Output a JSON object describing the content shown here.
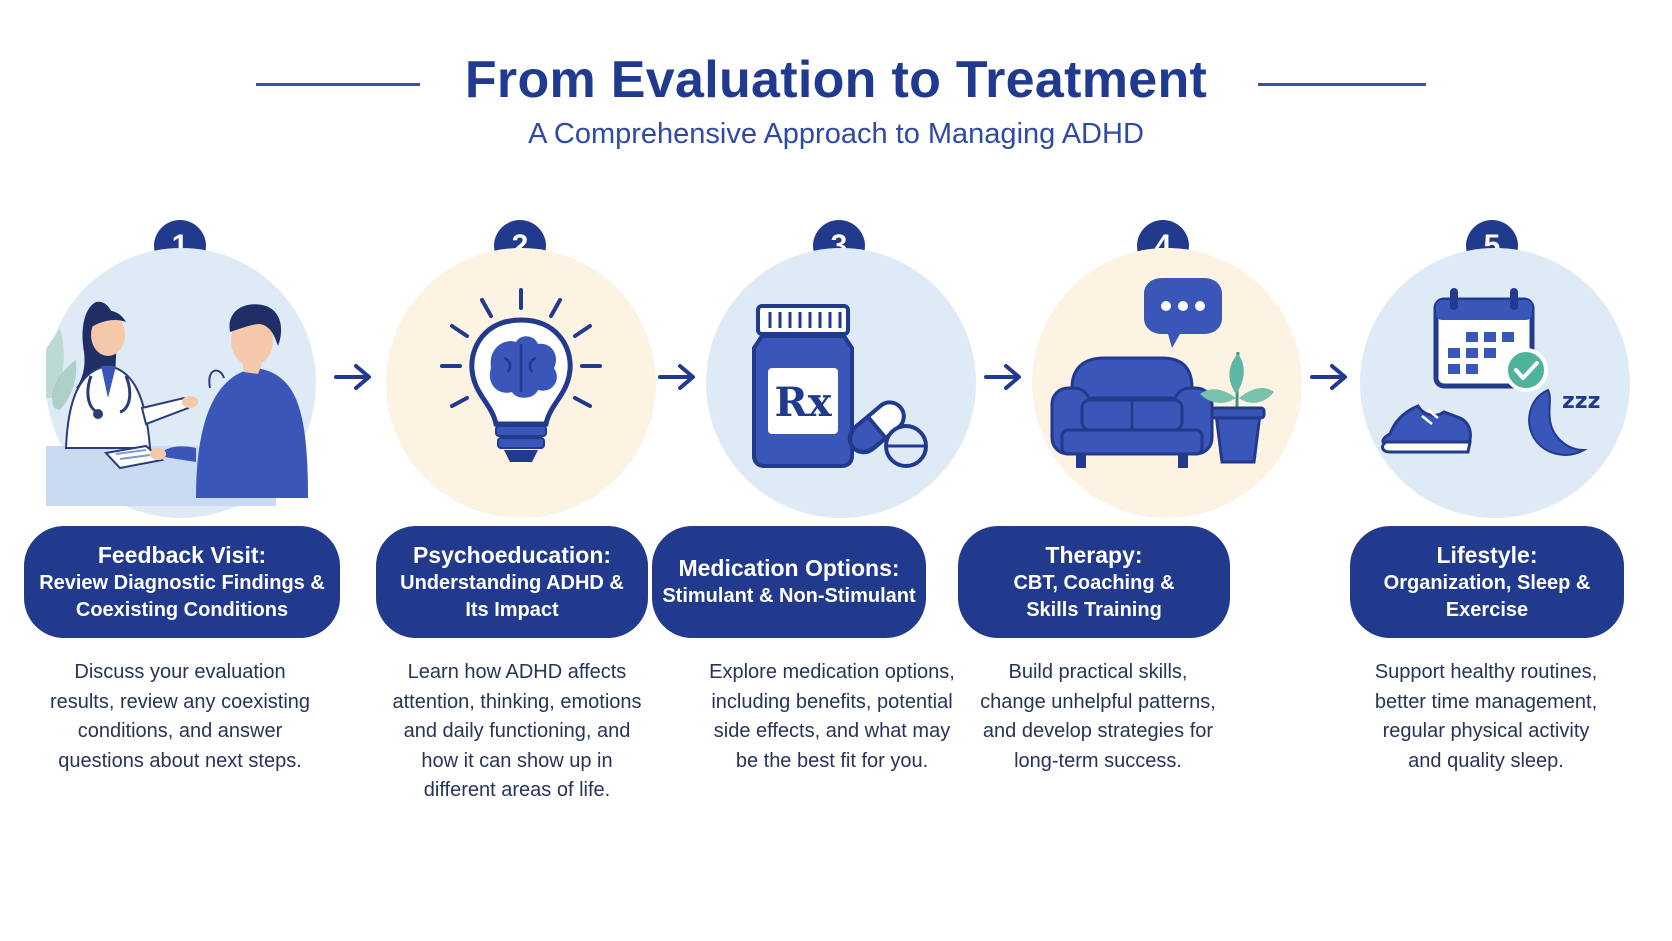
{
  "header": {
    "title": "From Evaluation to Treatment",
    "subtitle": "A Comprehensive Approach to Managing ADHD"
  },
  "colors": {
    "navy": "#213a8d",
    "title_blue": "#1f3a8f",
    "circle_blue": "#dfeaf7",
    "circle_cream": "#fcf3e3",
    "icon_blue": "#3a56b8",
    "green_check": "#4fb39b"
  },
  "steps": [
    {
      "number": "1",
      "icon": "doctor-consultation-icon",
      "heading": "Feedback Visit:",
      "subheading_line1": "Review Diagnostic Findings &",
      "subheading_line2": "Coexisting Conditions",
      "desc_lines": [
        "Discuss your evaluation",
        "results, review any coexisting",
        "conditions, and answer",
        "questions about next steps."
      ]
    },
    {
      "number": "2",
      "icon": "lightbulb-brain-icon",
      "heading": "Psychoeducation:",
      "subheading_line1": "Understanding ADHD &",
      "subheading_line2": "Its Impact",
      "desc_lines": [
        "Learn how ADHD affects",
        "attention, thinking, emotions",
        "and daily functioning, and",
        "how it can show up in",
        "different areas of life."
      ]
    },
    {
      "number": "3",
      "icon": "medication-bottle-icon",
      "rx_text": "Rx",
      "heading": "Medication Options:",
      "subheading_line1": "Stimulant & Non-Stimulant",
      "subheading_line2": "",
      "desc_lines": [
        "Explore medication options,",
        "including benefits, potential",
        "side effects, and what may",
        "be the best fit for you."
      ]
    },
    {
      "number": "4",
      "icon": "therapy-couch-icon",
      "heading": "Therapy:",
      "subheading_line1": "CBT, Coaching &",
      "subheading_line2": "Skills Training",
      "desc_lines": [
        "Build practical skills,",
        "change unhelpful patterns,",
        "and develop strategies for",
        "long-term success."
      ]
    },
    {
      "number": "5",
      "icon": "lifestyle-calendar-icon",
      "zzz_text": "zzz",
      "heading": "Lifestyle:",
      "subheading_line1": "Organization, Sleep &",
      "subheading_line2": "Exercise",
      "desc_lines": [
        "Support healthy routines,",
        "better time management,",
        "regular physical activity",
        "and quality sleep."
      ]
    }
  ]
}
